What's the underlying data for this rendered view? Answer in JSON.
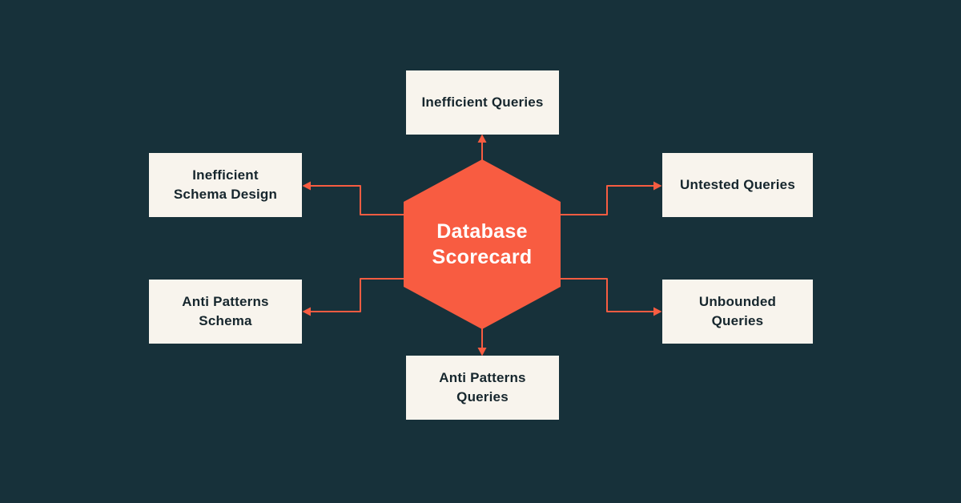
{
  "diagram": {
    "center": {
      "label": "Database\nScorecard"
    },
    "nodes": [
      {
        "id": "inefficient-queries",
        "position": "top",
        "label": "Inefficient Queries"
      },
      {
        "id": "inefficient-schema-design",
        "position": "upper-left",
        "label": "Inefficient\nSchema Design"
      },
      {
        "id": "untested-queries",
        "position": "upper-right",
        "label": "Untested Queries"
      },
      {
        "id": "anti-patterns-schema",
        "position": "lower-left",
        "label": "Anti Patterns\nSchema"
      },
      {
        "id": "unbounded-queries",
        "position": "lower-right",
        "label": "Unbounded\nQueries"
      },
      {
        "id": "anti-patterns-queries",
        "position": "bottom",
        "label": "Anti Patterns\nQueries"
      }
    ],
    "colors": {
      "background": "#17313A",
      "accent": "#F85C41",
      "node_background": "#F8F4ED",
      "node_text": "#16262D",
      "center_text": "#FFFFFF"
    }
  }
}
